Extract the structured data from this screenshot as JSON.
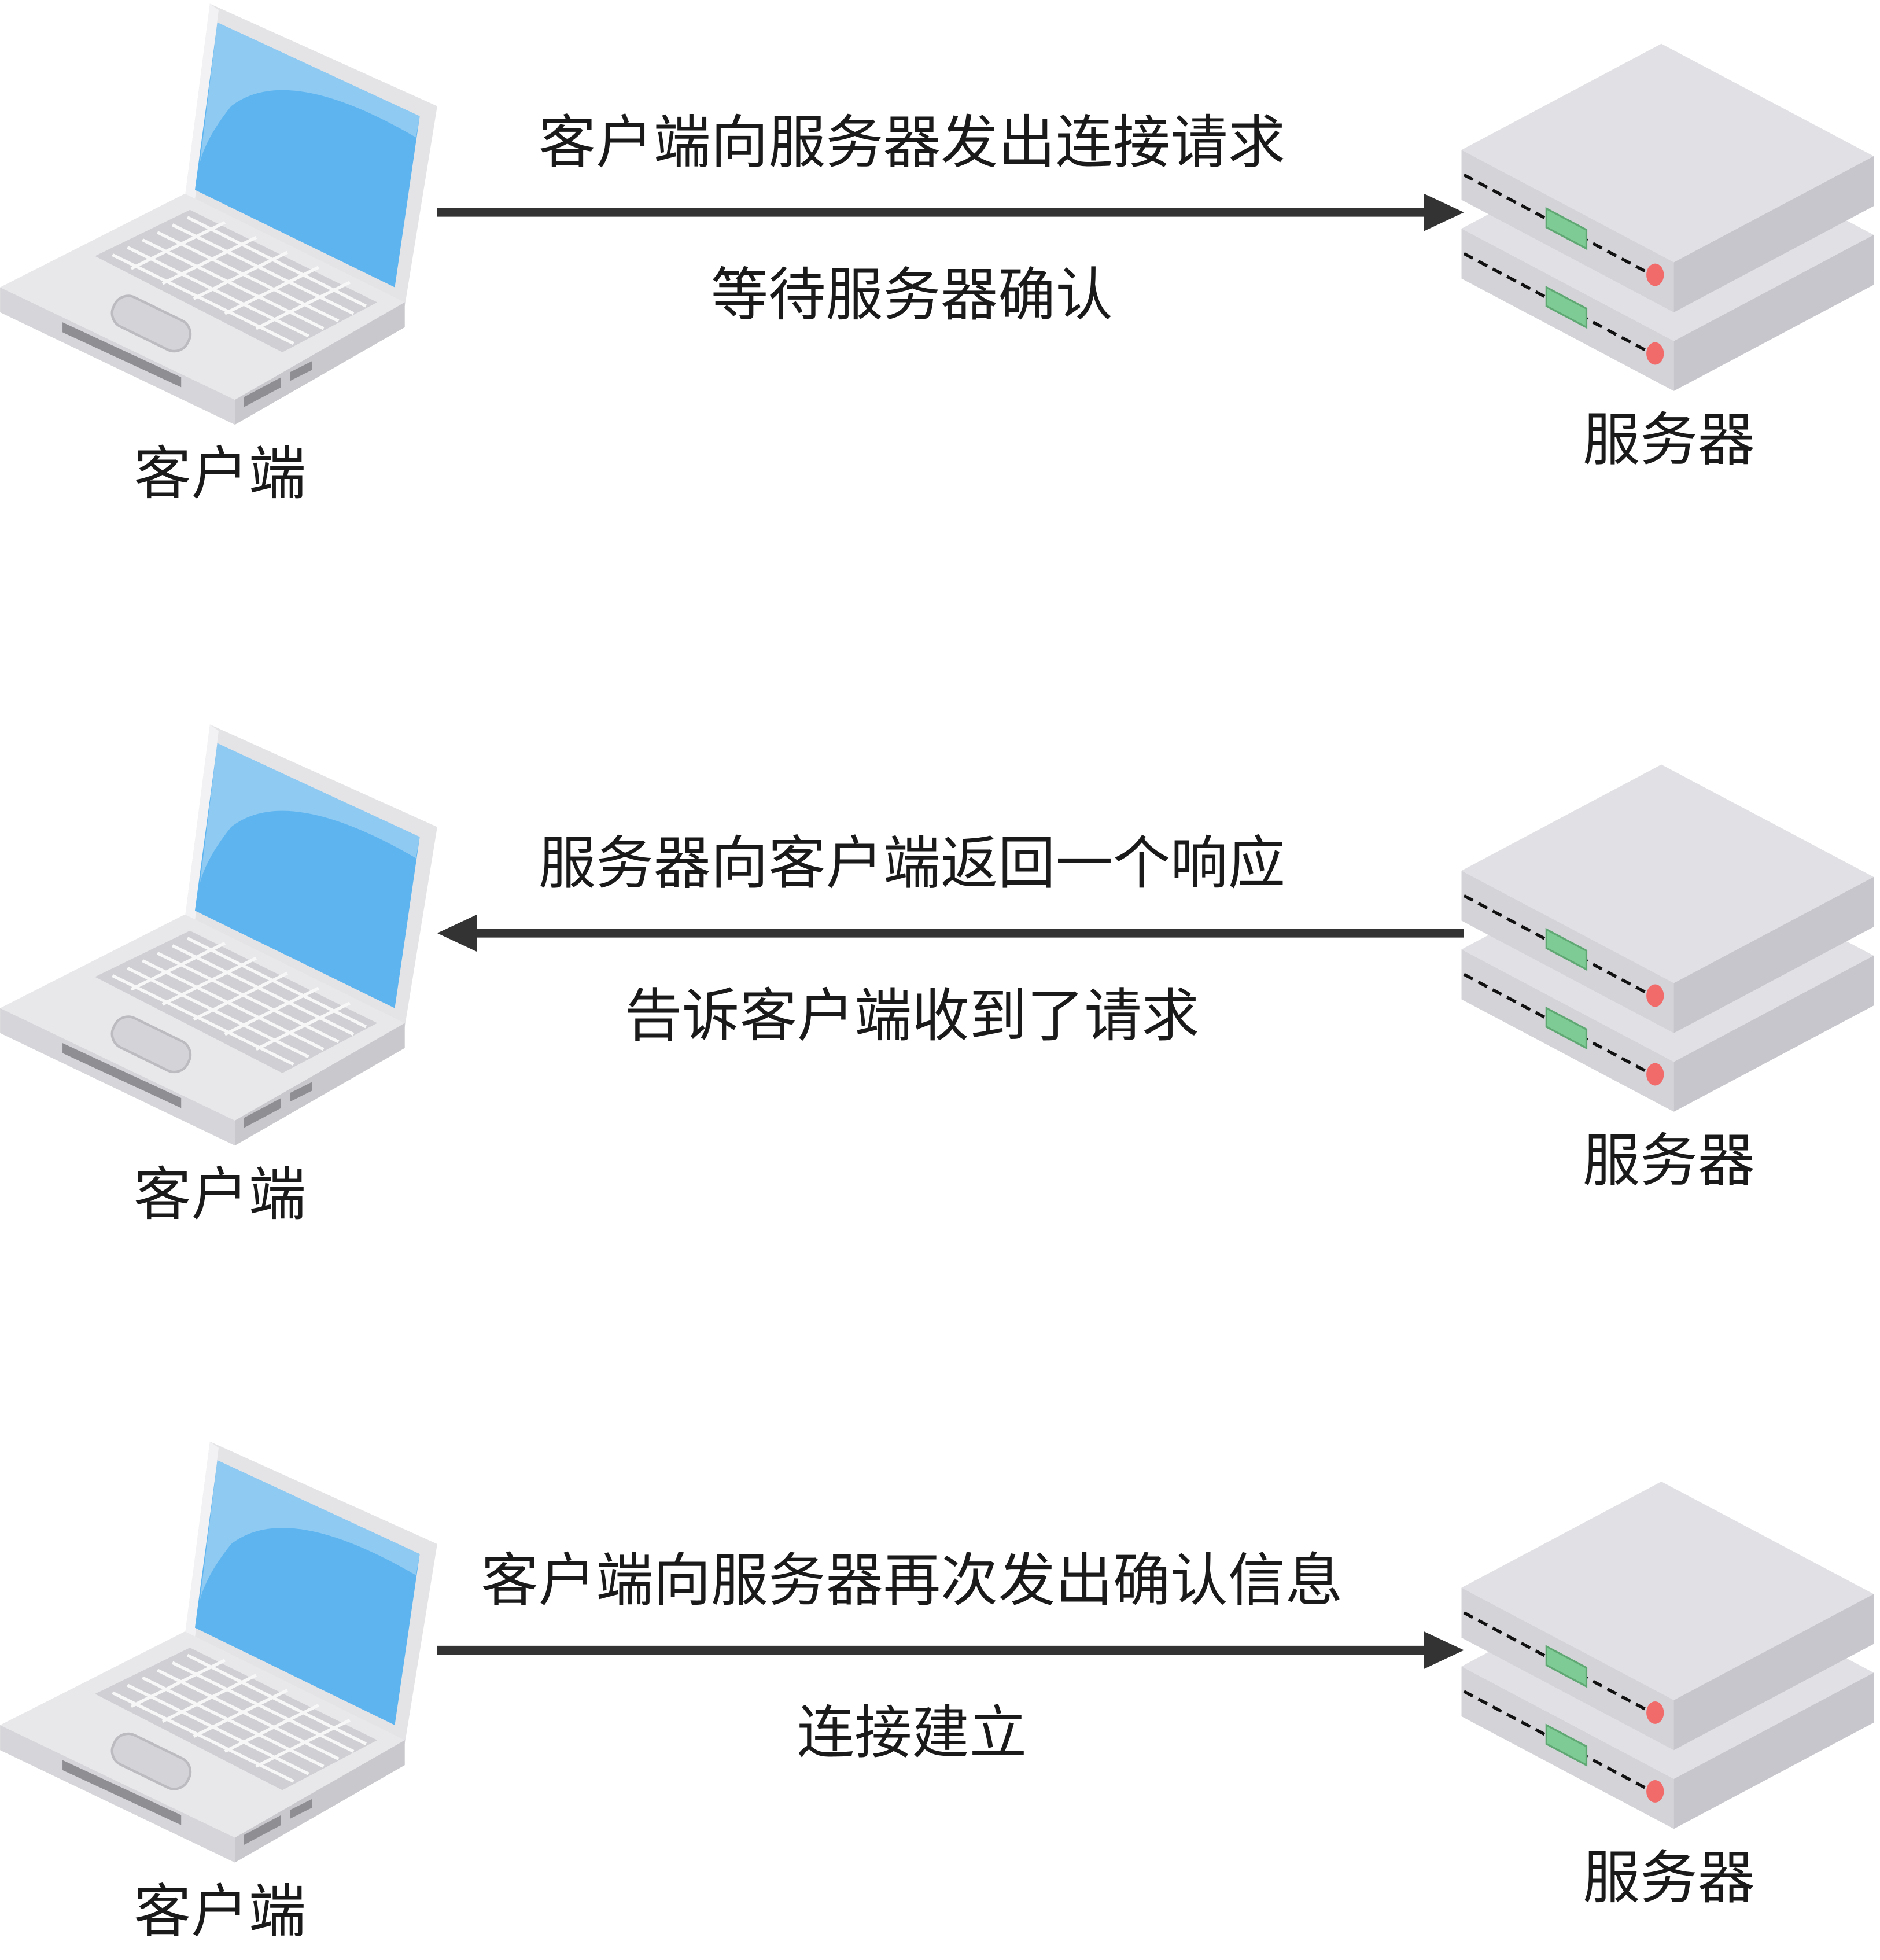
{
  "colors": {
    "arrow": "#333333",
    "screen": "#5db4ef",
    "body": "#e3e3e6",
    "led_green": "#7fcb95",
    "led_red": "#f26b6b"
  },
  "steps": [
    {
      "direction": "right",
      "top_label": "客户端向服务器发出连接请求",
      "bottom_label": "等待服务器确认",
      "client_label": "客户端",
      "server_label": "服务器"
    },
    {
      "direction": "left",
      "top_label": "服务器向客户端返回一个响应",
      "bottom_label": "告诉客户端收到了请求",
      "client_label": "客户端",
      "server_label": "服务器"
    },
    {
      "direction": "right",
      "top_label": "客户端向服务器再次发出确认信息",
      "bottom_label": "连接建立",
      "client_label": "客户端",
      "server_label": "服务器"
    }
  ]
}
